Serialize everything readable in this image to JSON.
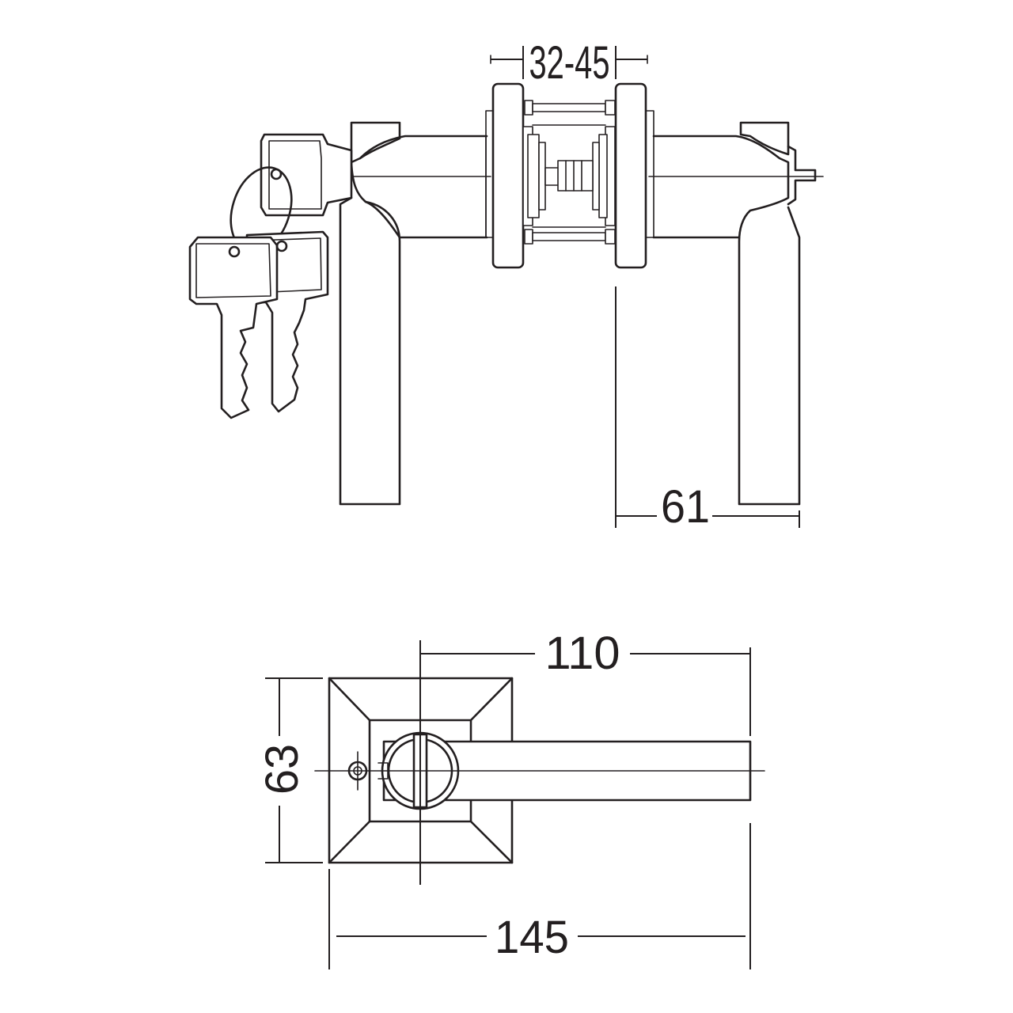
{
  "dimensions": {
    "door_thickness": "32-45",
    "lever_projection": "61",
    "rose_height": "63",
    "lever_length": "110",
    "overall_length": "145"
  }
}
